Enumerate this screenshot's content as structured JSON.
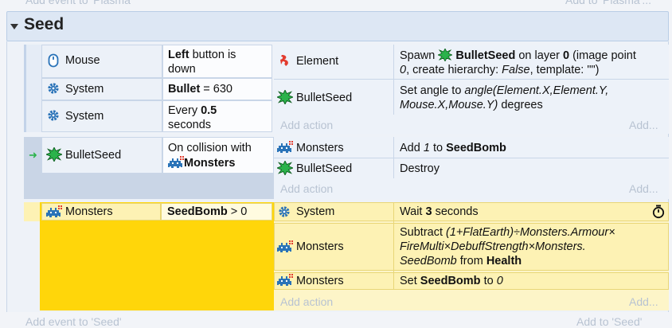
{
  "top_bar": {
    "add_event_plasma": "Add event to 'Plasma'",
    "add_to_plasma": "Add to 'Plasma'..."
  },
  "group": {
    "title": "Seed"
  },
  "event1": {
    "conditions": [
      {
        "object": "Mouse",
        "text_bold": "Left",
        "text_rest": " button is",
        "text_line2": "down"
      },
      {
        "object": "System",
        "text_bold": "Bullet",
        "text_rest": " = 630"
      },
      {
        "object": "System",
        "text_pre": "Every ",
        "text_bold": "0.5",
        "text_line2": "seconds"
      }
    ],
    "actions": [
      {
        "object": "Element",
        "l1_pre": "Spawn ",
        "l1_bold": "BulletSeed",
        "l1_mid": " on layer ",
        "l1_bold2": "0",
        "l1_post": " (image point",
        "l2_ital": "0",
        "l2_mid": ", create hierarchy: ",
        "l2_ital2": "False",
        "l2_post": ", template: \"\")"
      },
      {
        "object": "BulletSeed",
        "l1_pre": "Set angle to ",
        "l1_ital": "angle(Element.X,Element.Y,",
        "l2_ital": "Mouse.X,Mouse.Y)",
        "l2_post": " degrees"
      }
    ],
    "add_action": "Add action",
    "add": "Add..."
  },
  "event2": {
    "condition": {
      "object": "BulletSeed",
      "text_line1": "On collision with",
      "text_line2_bold": "Monsters"
    },
    "actions": [
      {
        "object": "Monsters",
        "pre": "Add ",
        "ital": "1",
        "mid": " to ",
        "bold": "SeedBomb"
      },
      {
        "object": "BulletSeed",
        "text": "Destroy"
      }
    ],
    "add_action": "Add action",
    "add": "Add..."
  },
  "event3": {
    "condition": {
      "object": "Monsters",
      "bold": "SeedBomb",
      "rest": " > 0"
    },
    "actions": [
      {
        "object": "System",
        "pre": "Wait ",
        "bold": "3",
        "post": " seconds"
      },
      {
        "object": "Monsters",
        "l1_pre": "Subtract ",
        "l1_ital": "(1+FlatEarth)÷Monsters.Armour×",
        "l2_ital": "FireMulti×DebuffStrength×Monsters.",
        "l3_ital": "SeedBomb",
        "l3_mid": " from ",
        "l3_bold": "Health"
      },
      {
        "object": "Monsters",
        "pre": "Set ",
        "bold": "SeedBomb",
        "mid": " to ",
        "ital": "0"
      }
    ],
    "add_action": "Add action",
    "add": "Add..."
  },
  "bottom_bar": {
    "add_event_seed": "Add event to 'Seed'",
    "add_to_seed": "Add to 'Seed'"
  },
  "colors": {
    "accent_green": "#2bb34b",
    "gear_blue": "#2a73b8",
    "highlight_yellow": "#ffd60a"
  }
}
